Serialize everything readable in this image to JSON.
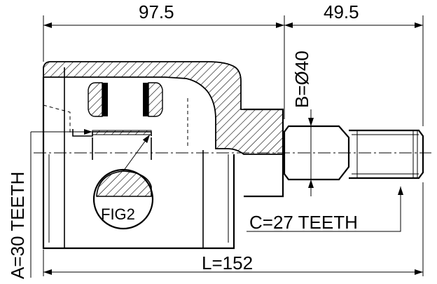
{
  "dimensions": {
    "top_left": "97.5",
    "top_right": "49.5",
    "diameter": "B=Ø40",
    "splines_left": "A=30 TEETH",
    "splines_right": "C=27 TEETH",
    "overall_length": "L=152"
  },
  "figure_label": "FIG2"
}
